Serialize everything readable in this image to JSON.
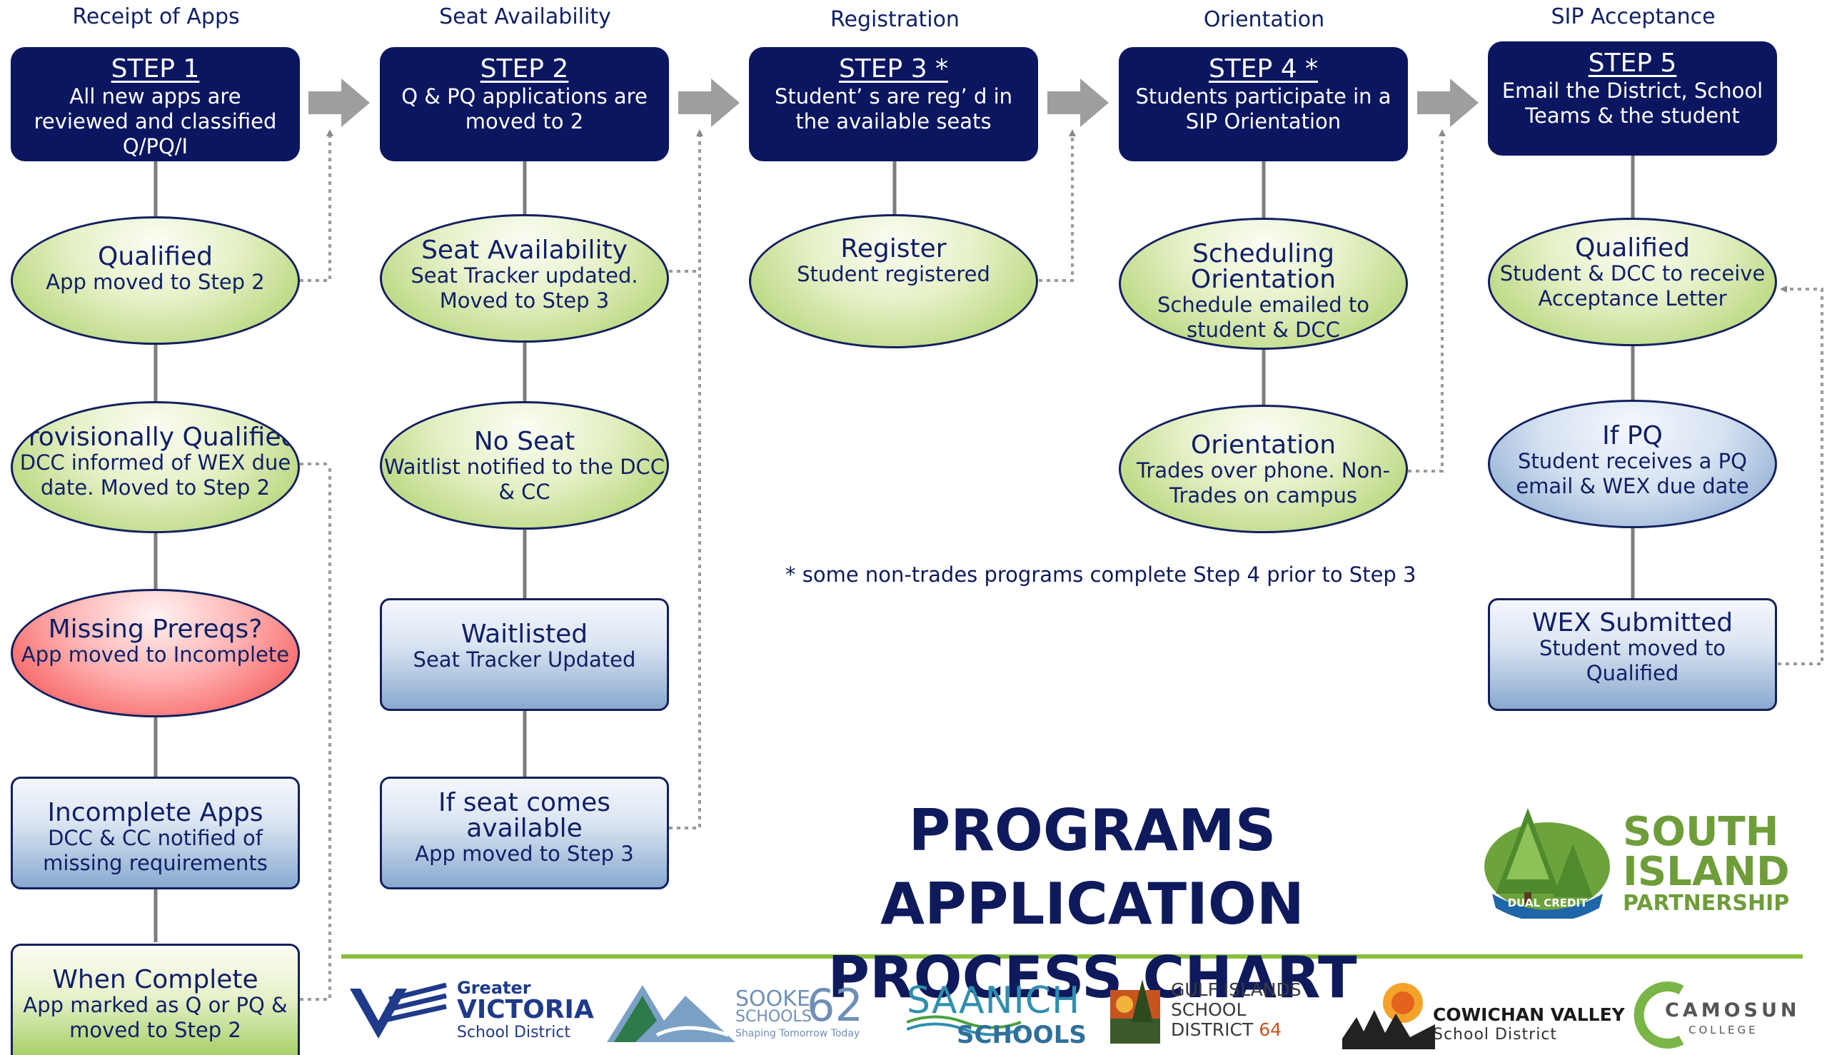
{
  "columns": [
    {
      "header": "Receipt of Apps",
      "step_title": "STEP 1",
      "step_desc": "All new apps are reviewed and classified Q/PQ/I"
    },
    {
      "header": "Seat Availability",
      "step_title": "STEP 2",
      "step_desc": "Q & PQ applications are moved to 2"
    },
    {
      "header": "Registration",
      "step_title": "STEP 3 *",
      "step_desc": "Student’ s are reg’ d in the available seats"
    },
    {
      "header": "Orientation",
      "step_title": "STEP 4 *",
      "step_desc": "Students participate in a SIP Orientation"
    },
    {
      "header": "SIP Acceptance",
      "step_title": "STEP 5",
      "step_desc": "Email the District, School Teams & the student"
    }
  ],
  "nodes": {
    "c1_qualified": {
      "title": "Qualified",
      "desc": "App moved to Step 2"
    },
    "c1_provisional": {
      "title": "Provisionally Qualified",
      "desc": "DCC informed of WEX due date.  Moved to Step 2"
    },
    "c1_missing": {
      "title": "Missing Prereqs?",
      "desc": "App moved to Incomplete"
    },
    "c1_incomplete": {
      "title": "Incomplete Apps",
      "desc": "DCC & CC notified of missing requirements"
    },
    "c1_complete": {
      "title": "When Complete",
      "desc": "App marked as Q or PQ & moved to Step 2"
    },
    "c2_seat": {
      "title": "Seat Availability",
      "desc": "Seat Tracker updated. Moved to Step 3"
    },
    "c2_noseat": {
      "title": "No Seat",
      "desc": "Waitlist notified to the DCC & CC"
    },
    "c2_waitlisted": {
      "title": "Waitlisted",
      "desc": "Seat Tracker Updated"
    },
    "c2_ifseat": {
      "title": "If seat comes available",
      "desc": "App moved to Step 3"
    },
    "c3_register": {
      "title": "Register",
      "desc": "Student registered"
    },
    "c4_scheduling": {
      "title": "Scheduling Orientation",
      "desc": "Schedule emailed to student & DCC"
    },
    "c4_orientation": {
      "title": "Orientation",
      "desc": "Trades over phone. Non-Trades on campus"
    },
    "c5_qualified": {
      "title": "Qualified",
      "desc": "Student & DCC to receive Acceptance Letter"
    },
    "c5_ifpq": {
      "title": "If PQ",
      "desc": "Student receives a PQ email & WEX due date"
    },
    "c5_wex": {
      "title": "WEX Submitted",
      "desc": "Student moved to Qualified"
    }
  },
  "note": "* some non-trades programs complete Step 4 prior to Step 3",
  "title_line1": "PROGRAMS APPLICATION",
  "title_line2": "PROCESS CHART",
  "logos": {
    "sip": {
      "line1": "SOUTH",
      "line2": "ISLAND",
      "line3": "PARTNERSHIP",
      "badge": "DUAL CREDIT"
    },
    "victoria": {
      "line1": "Greater",
      "line2": "VICTORIA",
      "line3": "School District"
    },
    "sooke": {
      "line1": "SOOKE",
      "line2": "SCHOOLS",
      "number": "62",
      "tagline": "Shaping Tomorrow Today"
    },
    "saanich": {
      "line1": "SAANICH",
      "line2": "SCHOOLS"
    },
    "gulf": {
      "line1": "GULF ISLANDS",
      "line2": "SCHOOL",
      "line3": "DISTRICT",
      "number": "64"
    },
    "cowichan": {
      "line1": "COWICHAN VALLEY",
      "line2": "School District"
    },
    "camosun": {
      "line1": "CAMOSUN",
      "line2": "COLLEGE"
    }
  },
  "colors": {
    "navy": "#0b1661",
    "green": "#a8cd62",
    "red": "#f24545",
    "blue": "#7ea2cc",
    "arrow": "#9e9e9e",
    "divider": "#8bbd3c"
  }
}
